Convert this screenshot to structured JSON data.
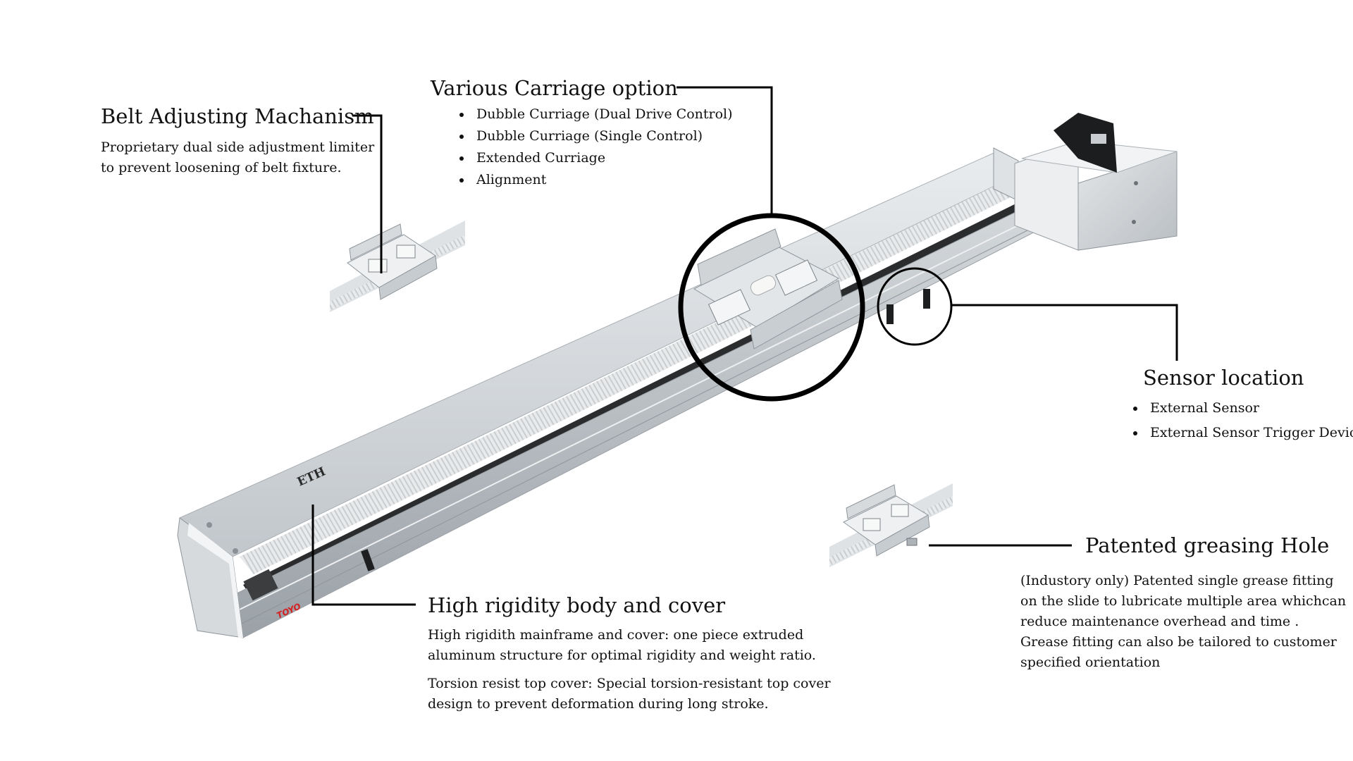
{
  "product": {
    "model_label": "ETH",
    "brand_label": "TOYO",
    "brand_color": "#d42020",
    "body_color": "#c9cdd1",
    "line_color": "#000000"
  },
  "callouts": {
    "belt": {
      "title": "Belt Adjusting Machanism",
      "lines": [
        "Proprietary dual side adjustment limiter",
        "to prevent loosening of belt fixture."
      ]
    },
    "carriage": {
      "title": "Various Carriage option",
      "bullets": [
        "Dubble Curriage (Dual Drive Control)",
        "Dubble Curriage (Single Control)",
        "Extended Curriage",
        "Alignment"
      ]
    },
    "sensor": {
      "title": "Sensor location",
      "bullets": [
        "External Sensor",
        "External Sensor  Trigger Device"
      ]
    },
    "grease": {
      "title": "Patented greasing Hole",
      "lines": [
        "(Industory only) Patented single grease fitting",
        "on the slide to lubricate multiple area whichcan",
        "reduce maintenance overhead and time .",
        "Grease fitting can also be tailored to customer",
        "specified orientation"
      ]
    },
    "rigidity": {
      "title": "High rigidity body and cover",
      "paragraphs": [
        [
          "High rigidith mainframe and cover: one piece extruded",
          "aluminum structure for optimal rigidity and weight ratio."
        ],
        [
          "Torsion resist top cover: Special torsion-resistant top cover",
          "design to prevent deformation during long stroke."
        ]
      ]
    }
  }
}
